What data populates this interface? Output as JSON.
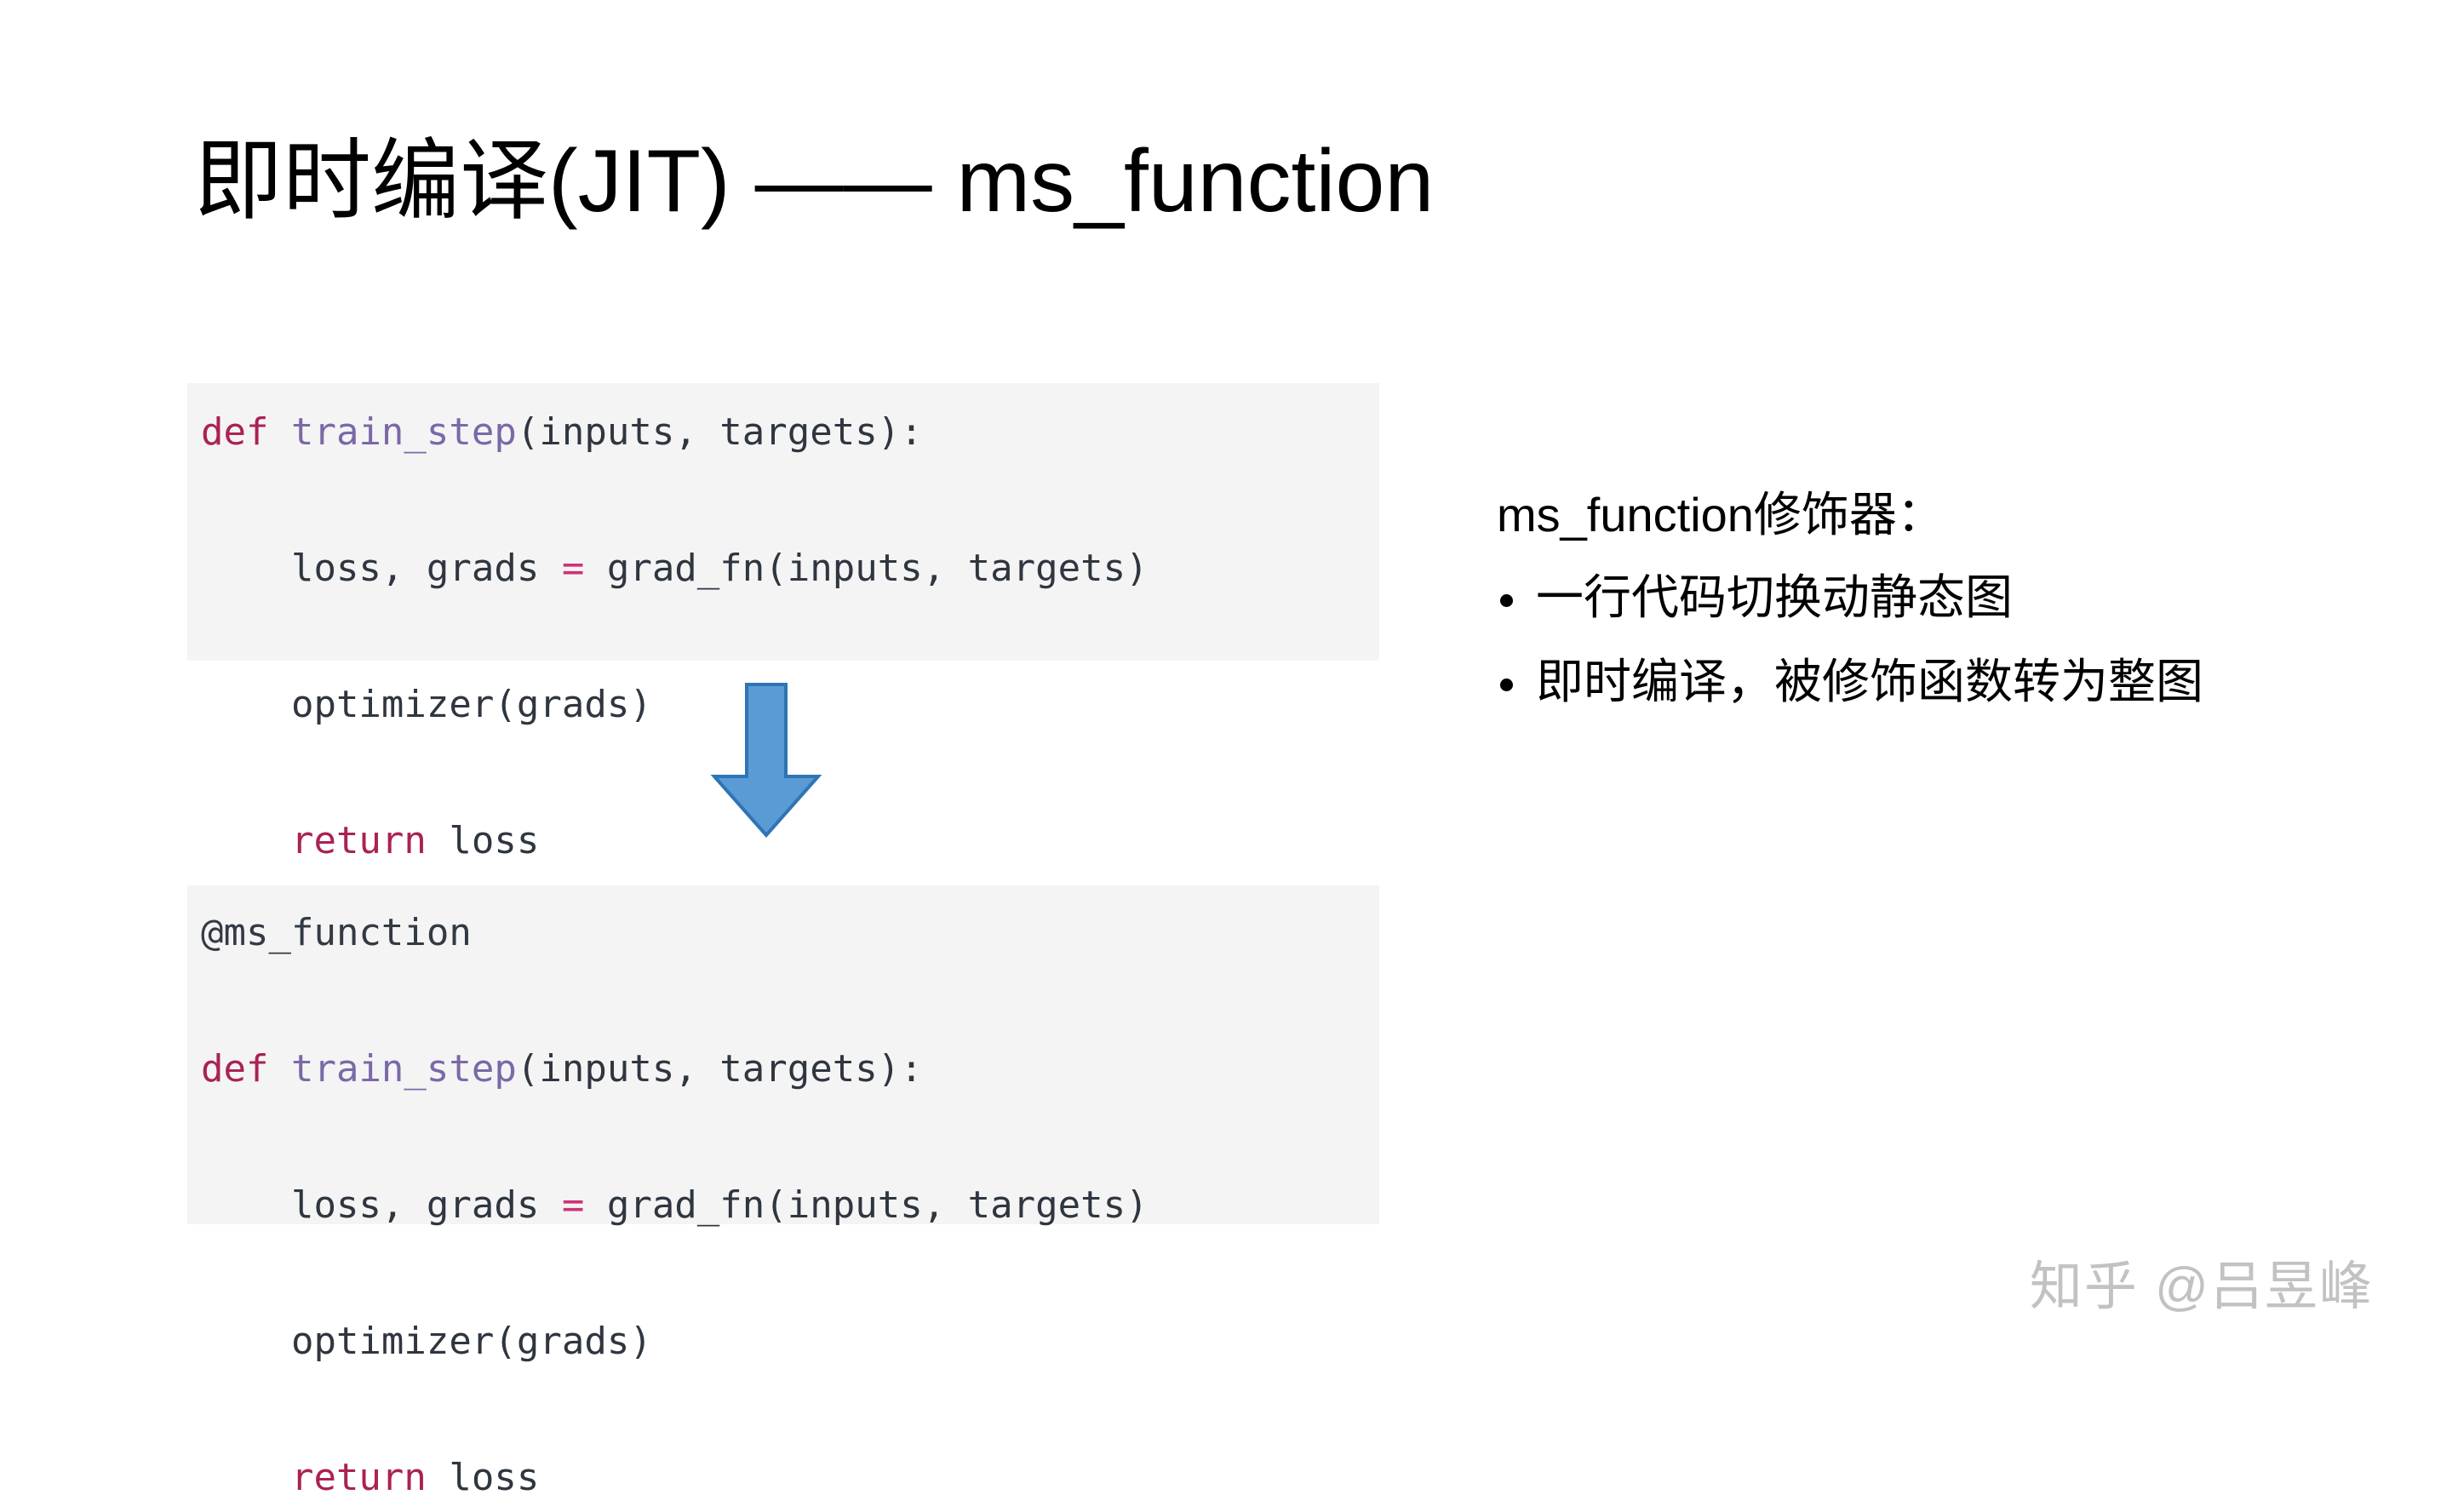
{
  "slide": {
    "title": "即时编译(JIT) —— ms_function",
    "background_color": "#ffffff"
  },
  "code_before": {
    "name": "code-block-before",
    "background_color": "#f4f4f4",
    "lines": [
      {
        "parts": [
          {
            "text": "def ",
            "style": "kw"
          },
          {
            "text": "train_step",
            "style": "fname"
          },
          {
            "text": "(inputs, targets):",
            "style": "plain"
          }
        ]
      },
      {
        "parts": [
          {
            "text": "    loss, grads ",
            "style": "plain"
          },
          {
            "text": "=",
            "style": "op"
          },
          {
            "text": " grad_fn(inputs, targets)",
            "style": "plain"
          }
        ]
      },
      {
        "parts": [
          {
            "text": "    optimizer(grads)",
            "style": "plain"
          }
        ]
      },
      {
        "parts": [
          {
            "text": "    return",
            "style": "kw"
          },
          {
            "text": " loss",
            "style": "plain"
          }
        ]
      }
    ]
  },
  "code_after": {
    "name": "code-block-after",
    "background_color": "#f4f4f4",
    "lines": [
      {
        "parts": [
          {
            "text": "@ms_function",
            "style": "deco"
          }
        ]
      },
      {
        "parts": [
          {
            "text": "def ",
            "style": "kw"
          },
          {
            "text": "train_step",
            "style": "fname"
          },
          {
            "text": "(inputs, targets):",
            "style": "plain"
          }
        ]
      },
      {
        "parts": [
          {
            "text": "    loss, grads ",
            "style": "plain"
          },
          {
            "text": "=",
            "style": "op"
          },
          {
            "text": " grad_fn(inputs, targets)",
            "style": "plain"
          }
        ]
      },
      {
        "parts": [
          {
            "text": "    optimizer(grads)",
            "style": "plain"
          }
        ]
      },
      {
        "parts": [
          {
            "text": "    return",
            "style": "kw"
          },
          {
            "text": " loss",
            "style": "plain"
          }
        ]
      }
    ]
  },
  "arrow": {
    "icon": "down-arrow-icon",
    "fill_color": "#5b9bd5",
    "stroke_color": "#2e75b6"
  },
  "notes": {
    "heading": "ms_function修饰器：",
    "bullets": [
      "一行代码切换动静态图",
      "即时编译，被修饰函数转为整图"
    ]
  },
  "watermark": {
    "text": "知乎 @吕昱峰",
    "color": "#c2c2c2"
  },
  "colors": {
    "keyword": "#aa2255",
    "function_name": "#7b68a8",
    "operator": "#cc3377",
    "code_text": "#2f3640",
    "decorator": "#333a44",
    "code_background": "#f4f4f4",
    "arrow_fill": "#5b9bd5",
    "arrow_stroke": "#2e75b6",
    "watermark": "#c2c2c2"
  }
}
